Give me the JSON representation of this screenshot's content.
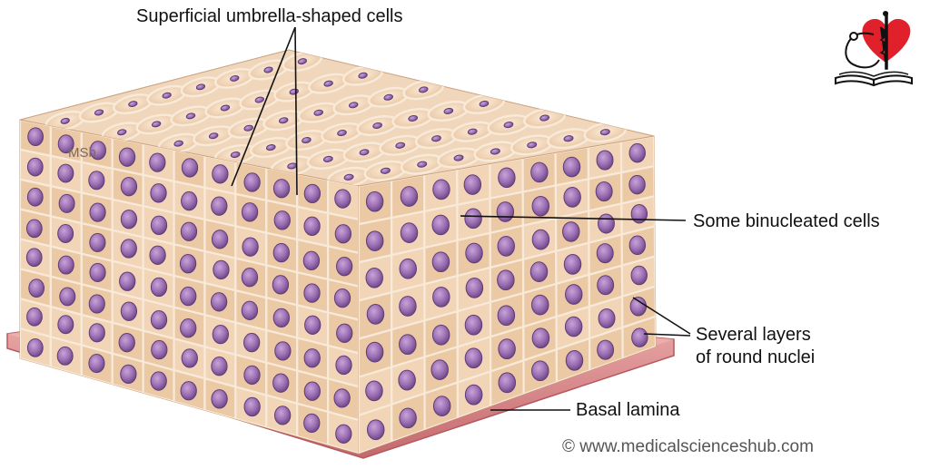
{
  "labels": {
    "superficial": "Superficial umbrella-shaped cells",
    "binucleated": "Some binucleated cells",
    "layers_line1": "Several layers",
    "layers_line2": "of round nuclei",
    "basal": "Basal lamina"
  },
  "signature": "MSh",
  "copyright": "© www.medicalscienceshub.com",
  "colors": {
    "cytoplasm_light": "#f6dfc4",
    "cytoplasm": "#eecba7",
    "cell_border": "#f3e4d2",
    "nucleus": "#9c6fb3",
    "nucleus_dark": "#6f4a88",
    "basal_lamina": "#d98c8e",
    "logo_heart": "#e0202a"
  },
  "icons": [
    "heart-caduceus-logo-icon",
    "stethoscope-icon",
    "open-book-icon"
  ]
}
